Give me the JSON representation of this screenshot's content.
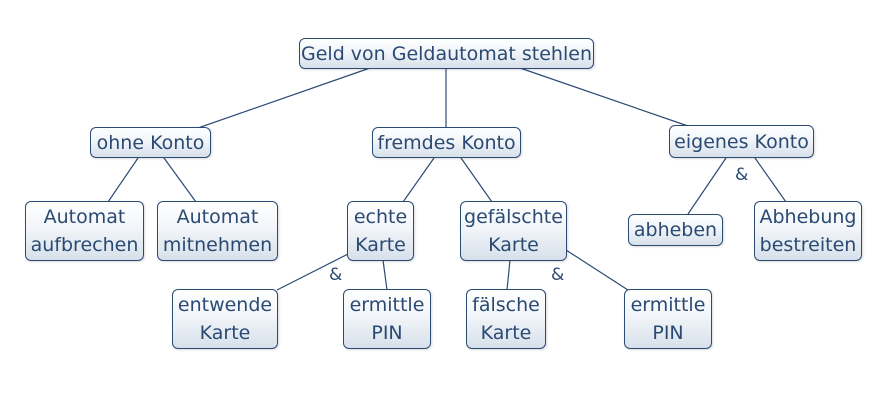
{
  "diagram": {
    "root": "Geld von Geldautomat stehlen",
    "ohne_konto": "ohne Konto",
    "fremdes_konto": "fremdes Konto",
    "eigenes_konto": "eigenes Konto",
    "automat_aufbrechen": [
      "Automat",
      "aufbrechen"
    ],
    "automat_mitnehmen": [
      "Automat",
      "mitnehmen"
    ],
    "echte_karte": [
      "echte",
      "Karte"
    ],
    "gefaelschte_karte": [
      "gefälschte",
      "Karte"
    ],
    "abheben": "abheben",
    "abhebung_bestreiten": [
      "Abhebung",
      "bestreiten"
    ],
    "entwende_karte": [
      "entwende",
      "Karte"
    ],
    "ermittle_pin_1": [
      "ermittle",
      "PIN"
    ],
    "faelsche_karte": [
      "fälsche",
      "Karte"
    ],
    "ermittle_pin_2": [
      "ermittle",
      "PIN"
    ],
    "and_symbol": "&"
  },
  "colors": {
    "line": "#2b4b74",
    "text": "#2a4a73"
  }
}
